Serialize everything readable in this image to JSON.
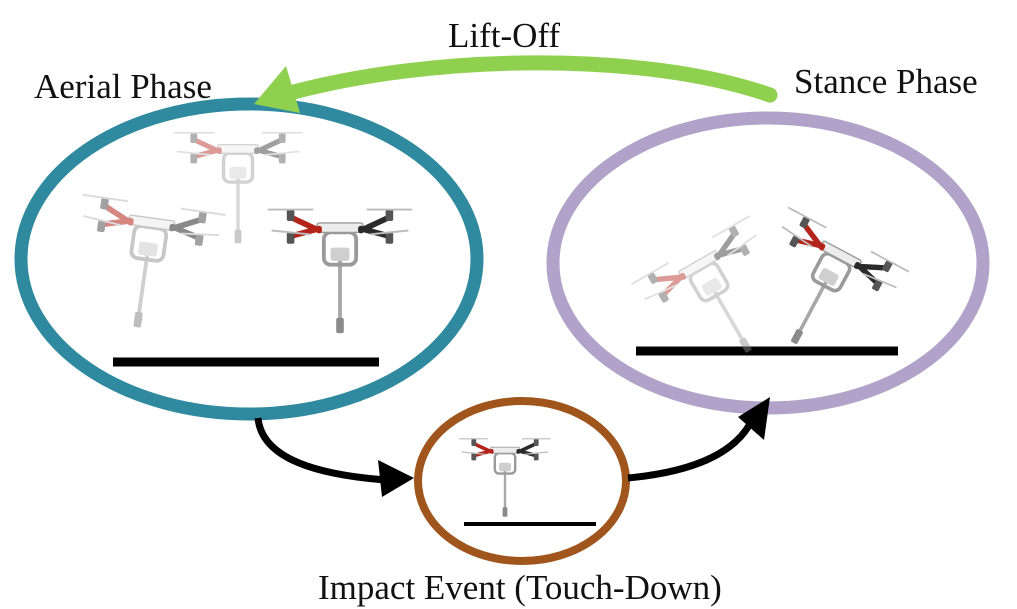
{
  "labels": {
    "lift_off": "Lift-Off",
    "aerial_phase": "Aerial Phase",
    "stance_phase": "Stance Phase",
    "impact_event": "Impact Event (Touch-Down)"
  },
  "colors": {
    "aerial_ring": "#2f8aa0",
    "stance_ring": "#b0a2c8",
    "impact_ring": "#a0551c",
    "lift_off_arrow": "#8fd14f",
    "transition_arrow": "#000000",
    "ground": "#000000",
    "drone_red": "#b5241b",
    "drone_dark": "#2a2a2a",
    "drone_light": "#c8c8c8"
  },
  "icons": {
    "drone": "quadrotor-with-leg",
    "ground": "ground-line"
  }
}
